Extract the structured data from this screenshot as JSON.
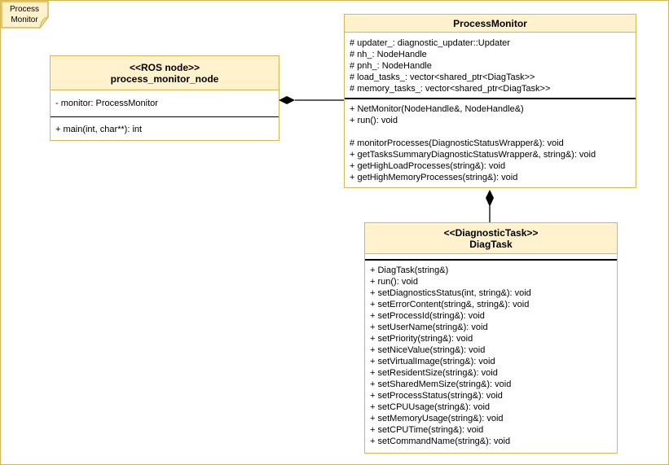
{
  "page": {
    "tab": {
      "line1": "Process",
      "line2": "Monitor"
    }
  },
  "colors": {
    "header_fill": "#FFF2CC",
    "border": "#D6B656",
    "body_fill": "#FFFFFF",
    "divider": "#000000"
  },
  "classes": {
    "process_monitor_node": {
      "stereotype": "<<ROS node>>",
      "name": "process_monitor_node",
      "attributes": [
        "- monitor: ProcessMonitor"
      ],
      "methods": [
        "+ main(int, char**): int"
      ]
    },
    "process_monitor": {
      "name": "ProcessMonitor",
      "attributes": [
        "# updater_: diagnostic_updater::Updater",
        "# nh_: NodeHandle",
        "# pnh_: NodeHandle",
        "# load_tasks_: vector<shared_ptr<DiagTask>>",
        "# memory_tasks_: vector<shared_ptr<DiagTask>>"
      ],
      "methods_public": [
        "+ NetMonitor(NodeHandle&, NodeHandle&)",
        "+ run(): void"
      ],
      "methods_other": [
        "# monitorProcesses(DiagnosticStatusWrapper&): void",
        "+ getTasksSummaryDiagnosticStatusWrapper&, string&): void",
        "+ getHighLoadProcesses(string&): void",
        "+ getHighMemoryProcesses(string&): void"
      ]
    },
    "diag_task": {
      "stereotype": "<<DiagnosticTask>>",
      "name": "DiagTask",
      "methods": [
        "+ DiagTask(string&)",
        "+ run(): void",
        "+ setDiagnosticsStatus(int, string&): void",
        "+ setErrorContent(string&, string&): void",
        "+ setProcessId(string&): void",
        "+ setUserName(string&): void",
        "+ setPriority(string&): void",
        "+ setNiceValue(string&): void",
        "+ setVirtualImage(string&): void",
        "+ setResidentSize(string&): void",
        "+ setSharedMemSize(string&): void",
        "+ setProcessStatus(string&): void",
        "+ setCPUUsage(string&): void",
        "+ setMemoryUsage(string&): void",
        "+ setCPUTime(string&): void",
        "+ setCommandName(string&): void"
      ]
    }
  },
  "relationships": [
    {
      "type": "composition",
      "from": "process_monitor_node",
      "to": "ProcessMonitor"
    },
    {
      "type": "composition",
      "from": "ProcessMonitor",
      "to": "DiagTask"
    }
  ]
}
